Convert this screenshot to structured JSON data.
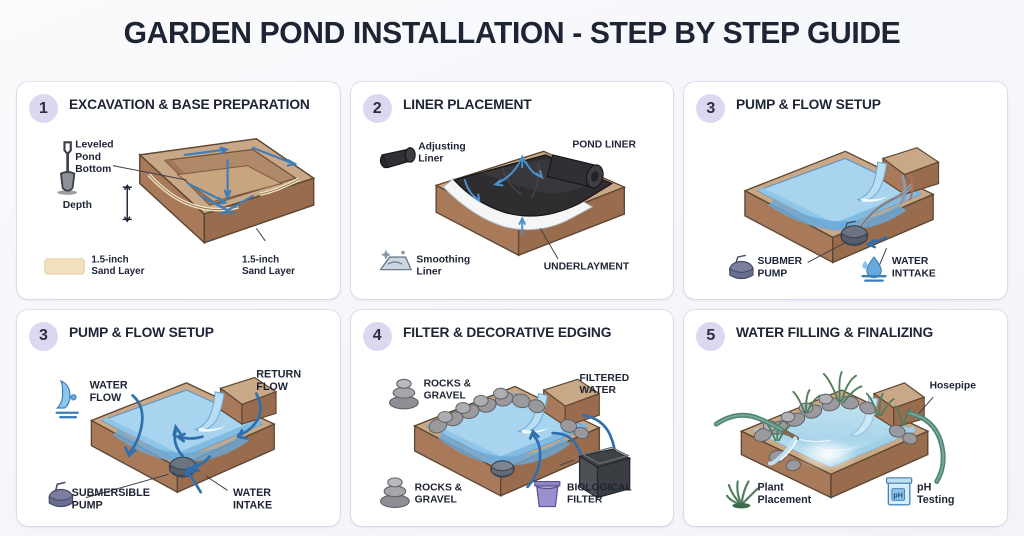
{
  "title": "GARDEN POND INSTALLATION - STEP BY STEP GUIDE",
  "colors": {
    "background": "#f6f7fb",
    "card": "#ffffff",
    "badge": "#ddd8f2",
    "title_text": "#1d2433",
    "soil_dark": "#a87a5a",
    "soil_light": "#c9a887",
    "soil_shadow": "#8a5f44",
    "sand": "#f0e0bb",
    "water_surface": "#a8d4ef",
    "water_deep": "#6aa9d8",
    "arrow_blue": "#3d7ebb",
    "liner_black": "#2e2e30",
    "rock_grey": "#9a9a9e",
    "filter_grey": "#4d5155",
    "plant_green": "#4f7f5c",
    "hose_green": "#4e8577"
  },
  "panels": [
    {
      "number": "1",
      "title": "EXCAVATION & BASE PREPARATION",
      "labels": {
        "leveled": "Leveled\nPond\nBottom",
        "leveled_lines": [
          "Leveled",
          "Pond",
          "Bottom"
        ],
        "depth": "Depth",
        "sand_left_lines": [
          "1.5-inch",
          "Sand Layer"
        ],
        "sand_right_lines": [
          "1.5-inch",
          "Sand Layer"
        ]
      },
      "icons": [
        "shovel-icon",
        "sand-swatch-icon"
      ]
    },
    {
      "number": "2",
      "title": "LINER PLACEMENT",
      "labels": {
        "adjusting_lines": [
          "Adjusting",
          "Liner"
        ],
        "pond_liner": "POND LINER",
        "smoothing_lines": [
          "Smoothing",
          "Liner"
        ],
        "underlayment": "UNDERLAYMENT"
      },
      "icons": [
        "liner-roll-icon",
        "smoothing-trowel-icon"
      ]
    },
    {
      "number": "3",
      "title": "PUMP & FLOW SETUP",
      "labels": {
        "submer_pump_lines": [
          "SUBMER",
          "PUMP"
        ],
        "water_intake_lines": [
          "WATER",
          "INTTAKE"
        ]
      },
      "icons": [
        "submersible-pump-icon",
        "water-intake-icon"
      ]
    },
    {
      "number": "3",
      "title": "PUMP & FLOW SETUP",
      "labels": {
        "water_flow_lines": [
          "WATER",
          "FLOW"
        ],
        "return_flow_lines": [
          "RETURN",
          "FLOW"
        ],
        "submersible_pump_lines": [
          "SUBMERSIBLE",
          "PUMP"
        ],
        "water_intake_lines": [
          "WATER",
          "INTAKE"
        ]
      },
      "icons": [
        "water-flow-icon",
        "submersible-pump-icon"
      ]
    },
    {
      "number": "4",
      "title": "FILTER & DECORATIVE EDGING",
      "labels": {
        "rocks_top_lines": [
          "ROCKS &",
          "GRAVEL"
        ],
        "filtered_water_lines": [
          "FILTERED",
          "WATER"
        ],
        "rocks_bottom_lines": [
          "ROCKS &",
          "GRAVEL"
        ],
        "biological_filter_lines": [
          "BIOLOGICAL",
          "FILTER"
        ]
      },
      "icons": [
        "stacked-rocks-icon",
        "biological-filter-icon"
      ]
    },
    {
      "number": "5",
      "title": "WATER FILLING & FINALIZING",
      "labels": {
        "hosepipe": "Hosepipe",
        "plant_lines": [
          "Plant",
          "Placement"
        ],
        "ph_lines": [
          "pH",
          "Testing"
        ],
        "ph_badge": "pH"
      },
      "icons": [
        "plant-icon",
        "ph-test-icon"
      ]
    }
  ]
}
